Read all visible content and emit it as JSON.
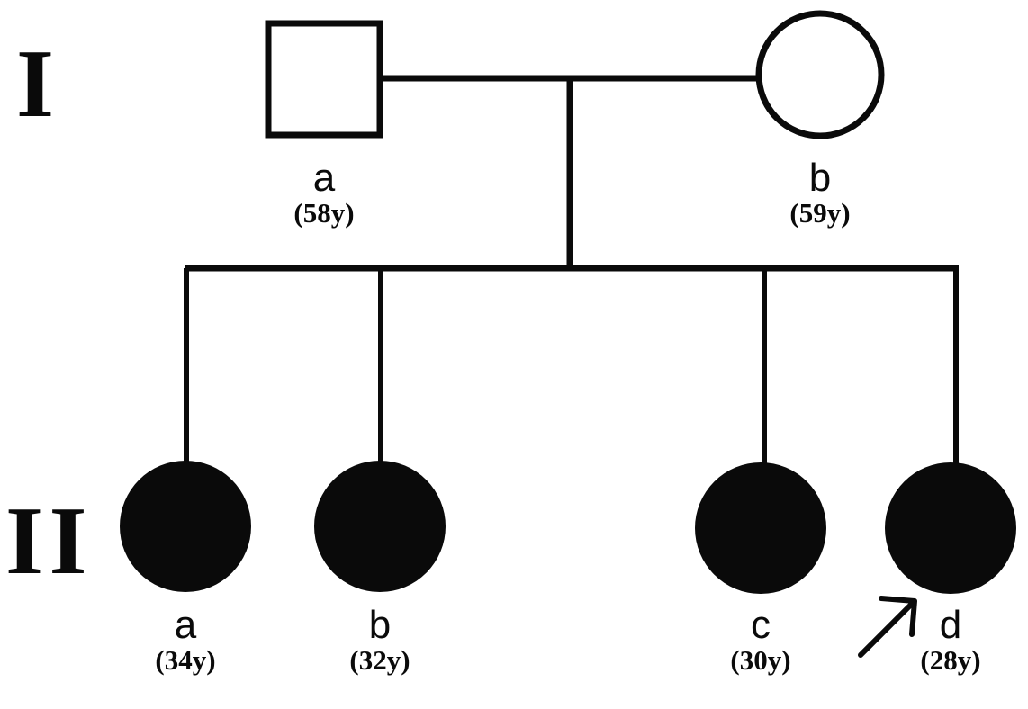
{
  "figure": {
    "type": "pedigree-chart",
    "background_color": "#ffffff",
    "line_color": "#0a0a0a",
    "affected_fill_color": "#0a0a0a",
    "unaffected_fill_color": "#ffffff"
  },
  "generations": [
    {
      "numeral": "I",
      "members": [
        {
          "id": "a",
          "age": "(58y)",
          "shape": "square",
          "sex": "male",
          "affected": false,
          "proband": false
        },
        {
          "id": "b",
          "age": "(59y)",
          "shape": "circle",
          "sex": "female",
          "affected": false,
          "proband": false
        }
      ]
    },
    {
      "numeral": "II",
      "members": [
        {
          "id": "a",
          "age": "(34y)",
          "shape": "circle",
          "sex": "female",
          "affected": true,
          "proband": false
        },
        {
          "id": "b",
          "age": "(32y)",
          "shape": "circle",
          "sex": "female",
          "affected": true,
          "proband": false
        },
        {
          "id": "c",
          "age": "(30y)",
          "shape": "circle",
          "sex": "female",
          "affected": true,
          "proband": false
        },
        {
          "id": "d",
          "age": "(28y)",
          "shape": "circle",
          "sex": "female",
          "affected": true,
          "proband": true
        }
      ]
    }
  ],
  "proband": {
    "marker": "arrow",
    "points_to": "II-d"
  }
}
